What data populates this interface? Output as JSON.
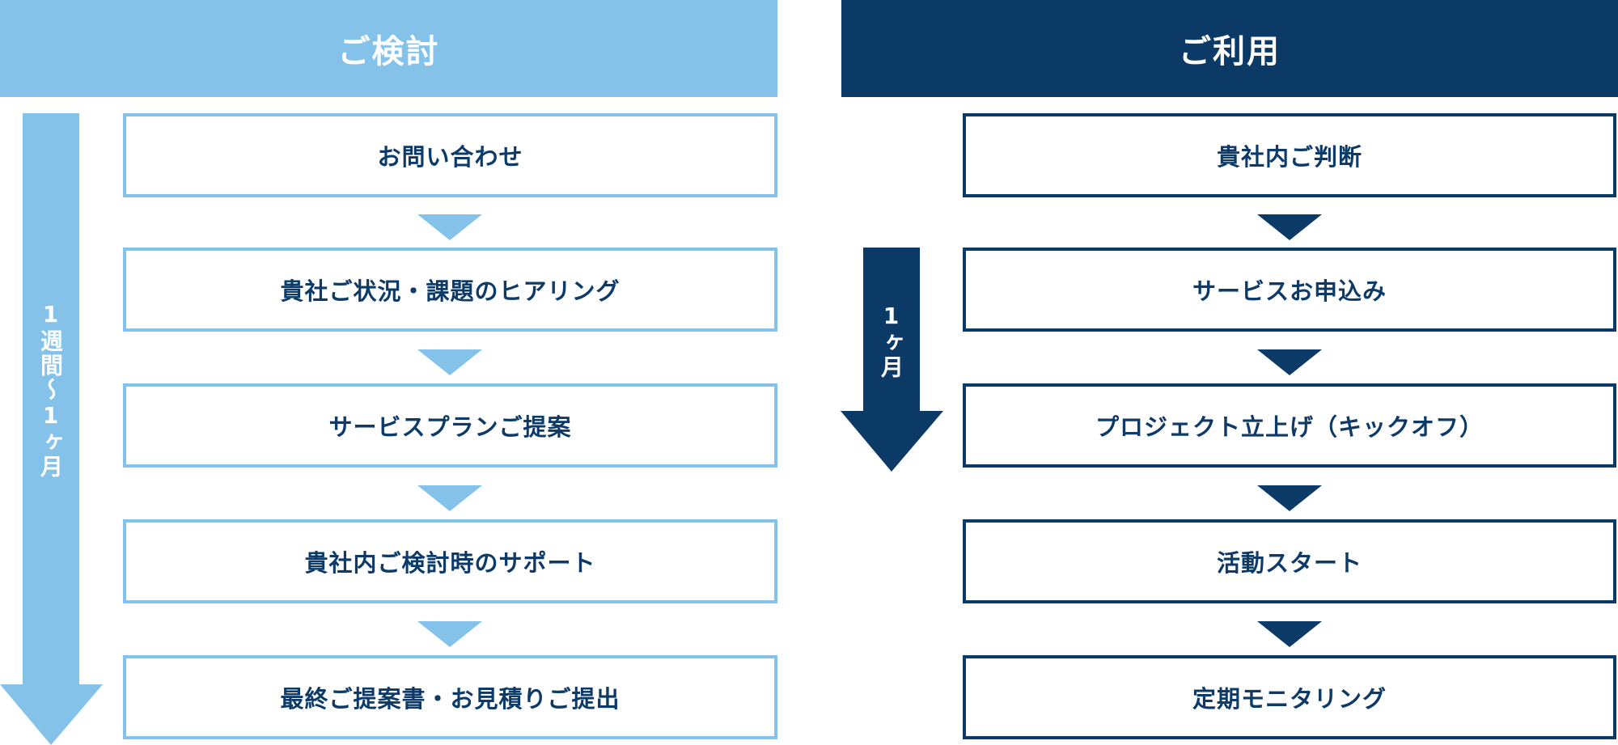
{
  "colors": {
    "light_blue": "#85c2ea",
    "dark_navy": "#0b3a66",
    "step_text": "#0d3a66",
    "white": "#ffffff"
  },
  "consideration": {
    "title": "ご検討",
    "duration_label": "1週間〜1ヶ月",
    "steps": [
      "お問い合わせ",
      "貴社ご状況・課題のヒアリング",
      "サービスプランご提案",
      "貴社内ご検討時のサポート",
      "最終ご提案書・お見積りご提出"
    ]
  },
  "usage": {
    "title": "ご利用",
    "duration_label": "1ヶ月",
    "steps": [
      "貴社内ご判断",
      "サービスお申込み",
      "プロジェクト立上げ（キックオフ）",
      "活動スタート",
      "定期モニタリング"
    ]
  }
}
